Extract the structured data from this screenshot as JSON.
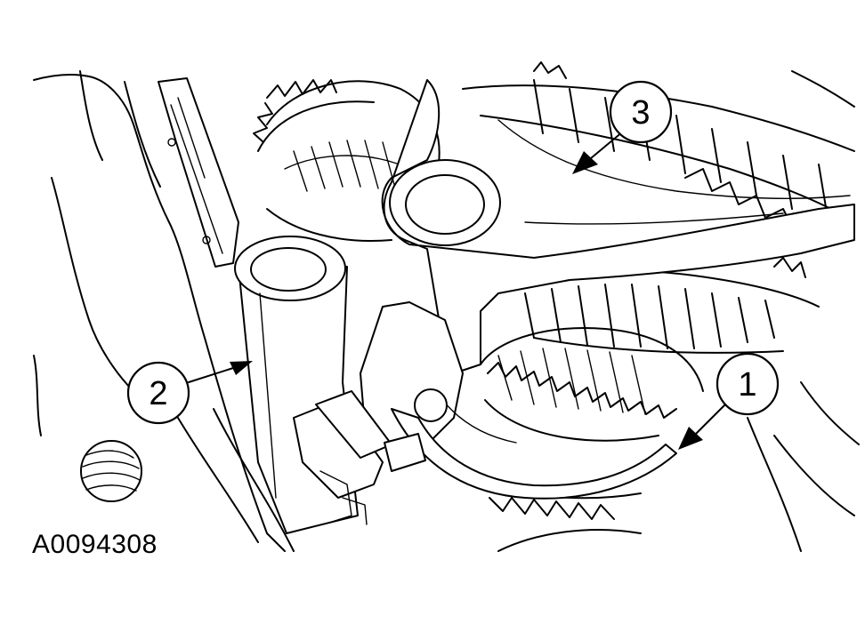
{
  "figure": {
    "reference_code": "A0094308"
  },
  "callouts": [
    {
      "id": "callout-1",
      "label": "1"
    },
    {
      "id": "callout-2",
      "label": "2"
    },
    {
      "id": "callout-3",
      "label": "3"
    }
  ],
  "colors": {
    "ink": "#000000",
    "paper": "#ffffff"
  }
}
